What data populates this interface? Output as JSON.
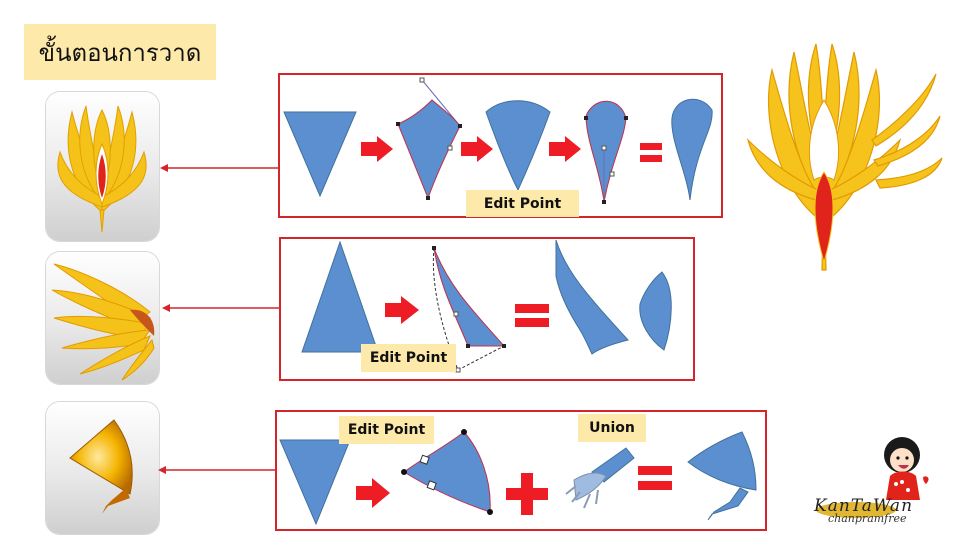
{
  "slide": {
    "title": "ขั้นตอนการวาด",
    "labels": {
      "edit_point_1": "Edit Point",
      "edit_point_2": "Edit Point",
      "edit_point_3": "Edit Point",
      "union": "Union"
    },
    "logo": {
      "brand": "KanTaWan",
      "sub": "chanpramfree"
    }
  },
  "colors": {
    "shape_fill": "#5b8fcf",
    "shape_stroke": "#41719c",
    "arrow_red": "#ee1c25",
    "panel_border": "#d4252b",
    "label_bg": "#fde9a9",
    "feather_gold": "#f5c21a",
    "feather_red": "#e0231b"
  },
  "icons": [
    "bird-thumbnail-icon",
    "wing-thumbnail-icon",
    "leg-thumbnail-icon",
    "right-arrow-icon",
    "equals-icon",
    "plus-icon",
    "phoenix-illustration-icon",
    "mascot-logo-icon"
  ]
}
